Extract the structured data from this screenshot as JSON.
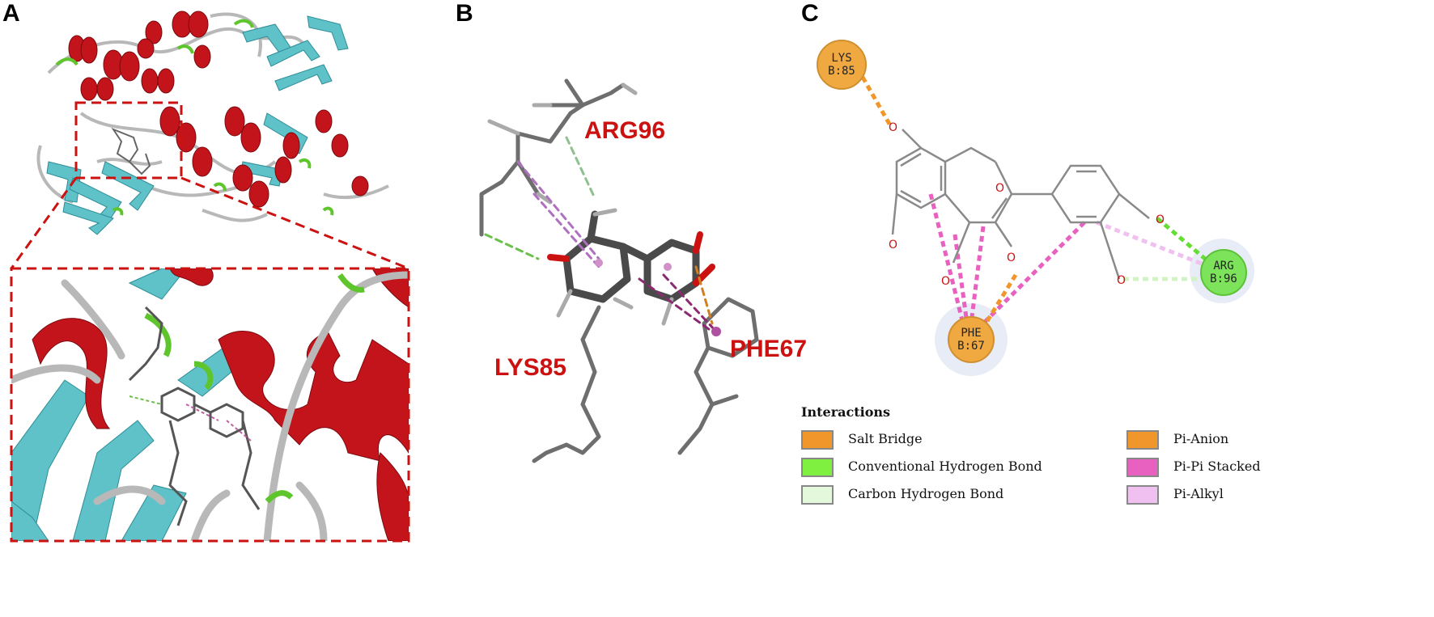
{
  "panels": {
    "a": {
      "letter": "A"
    },
    "b": {
      "letter": "B",
      "labels": {
        "arg": "ARG96",
        "lys": "LYS85",
        "phe": "PHE67"
      }
    },
    "c": {
      "letter": "C",
      "nodes": {
        "lys": {
          "line1": "LYS",
          "line2": "B:85",
          "color": "#f0a840"
        },
        "phe": {
          "line1": "PHE",
          "line2": "B:67",
          "color": "#f0a840"
        },
        "arg": {
          "line1": "ARG",
          "line2": "B:96",
          "color": "#7ce35a"
        }
      },
      "legend": {
        "title": "Interactions",
        "items": [
          {
            "label": "Salt Bridge",
            "color": "#f0962a"
          },
          {
            "label": "Conventional Hydrogen Bond",
            "color": "#80f040"
          },
          {
            "label": "Carbon Hydrogen Bond",
            "color": "#e4f8dc"
          },
          {
            "label": "Pi-Anion",
            "color": "#f0962a"
          },
          {
            "label": "Pi-Pi Stacked",
            "color": "#e860c0"
          },
          {
            "label": "Pi-Alkyl",
            "color": "#f0c0f0"
          }
        ]
      }
    }
  },
  "colors": {
    "helix": "#c4141b",
    "sheet": "#5fc2c8",
    "coil": "#b8b8b8",
    "turn": "#5ec62c",
    "dashed_box": "#cc1111"
  }
}
